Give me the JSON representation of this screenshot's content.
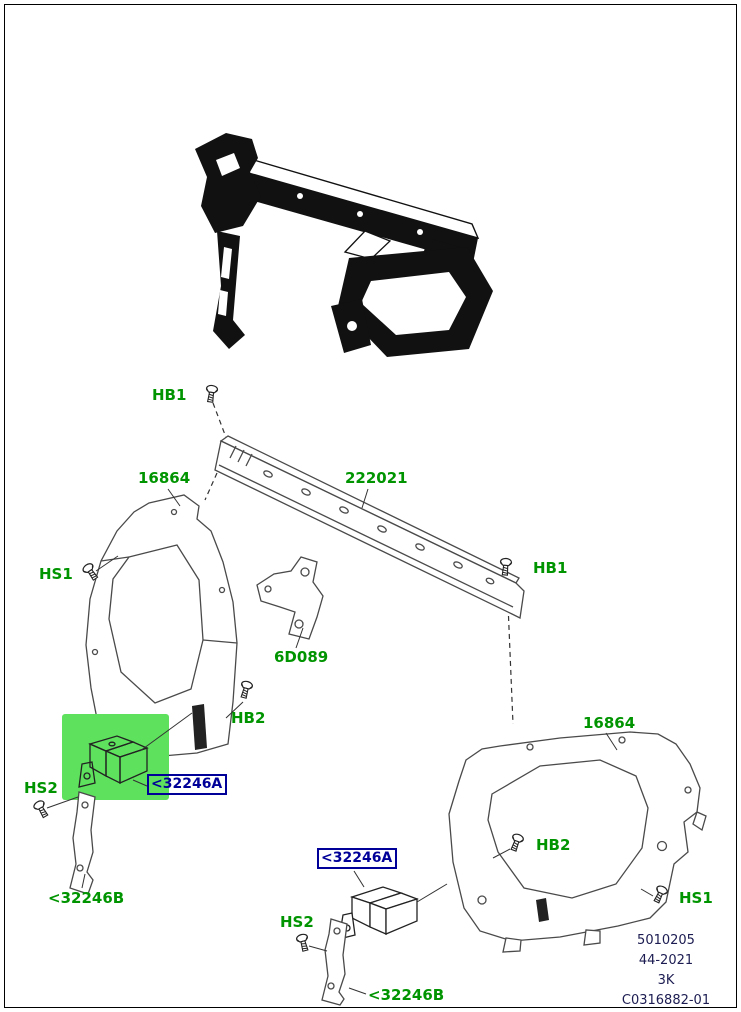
{
  "labels": {
    "hb1_top": "HB1",
    "part_16864_left": "16864",
    "part_222021": "222021",
    "hs1_left": "HS1",
    "hb1_right": "HB1",
    "part_6d089": "6D089",
    "hb2_left": "HB2",
    "part_16864_right": "16864",
    "hs2_left": "HS2",
    "part_32246a_left": "<32246A",
    "part_32246b_left": "<32246B",
    "hb2_right": "HB2",
    "part_32246a_center": "<32246A",
    "hs2_center": "HS2",
    "hs1_right": "HS1",
    "part_32246b_center": "<32246B"
  },
  "footer": {
    "part_number": "5010205",
    "date_code": "44-2021",
    "size_code": "3K",
    "drawing_id": "C0316882-01"
  },
  "colors": {
    "label_green": "#009400",
    "label_blue": "#000099",
    "highlight_green": "#5ee25e",
    "footer_text": "#1c1c52"
  }
}
